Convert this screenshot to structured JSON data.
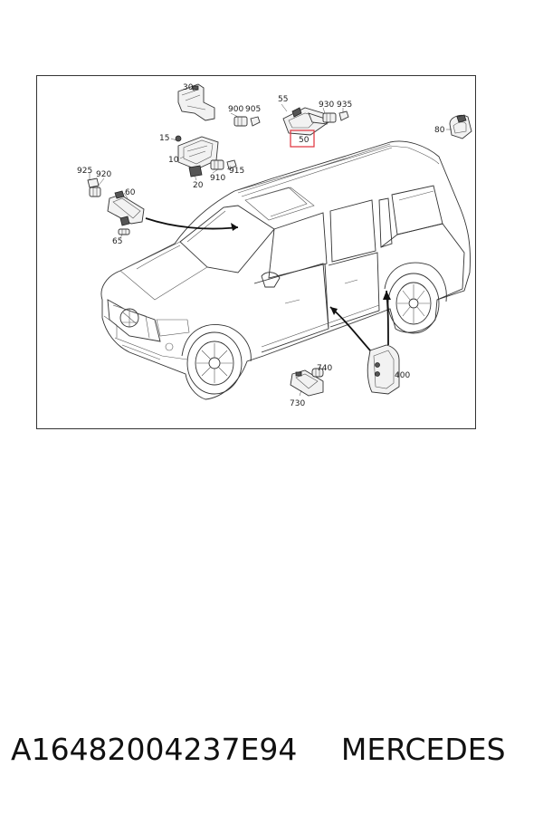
{
  "diagram": {
    "callouts": {
      "c30": "30",
      "c900": "900",
      "c905": "905",
      "c55": "55",
      "c930": "930",
      "c935": "935",
      "c80": "80",
      "c15": "15",
      "c50": "50",
      "c10": "10",
      "c925": "925",
      "c920": "920",
      "c910": "910",
      "c915": "915",
      "c20": "20",
      "c60": "60",
      "c65": "65",
      "c740": "740",
      "c400": "400",
      "c730": "730"
    },
    "highlight_color": "#e0303a"
  },
  "caption": {
    "part_number": "A16482004237E94",
    "brand": "MERCEDES"
  }
}
